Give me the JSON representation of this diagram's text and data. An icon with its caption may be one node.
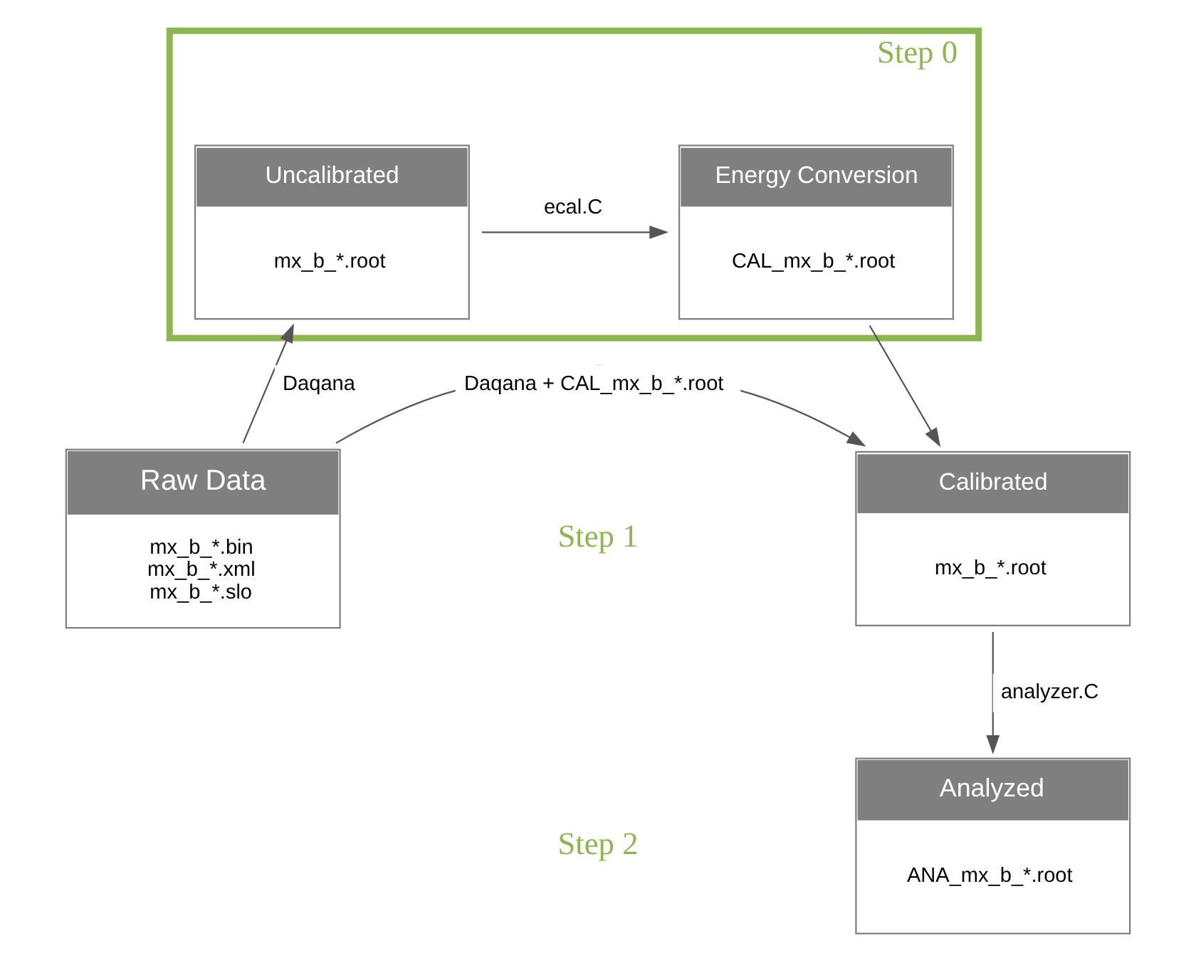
{
  "diagram": {
    "nodes": [
      {
        "text": [
          "Step 0"
        ]
      },
      {
        "text": [
          "Uncalibrated",
          "mx_b_*.root"
        ],
        "in": 0
      },
      {
        "text": [
          "Energy Conversion",
          "CAL_mx_b_*.root"
        ],
        "in": 0
      },
      {
        "text": [
          "Raw Data",
          "mx_b_*.bin",
          "mx_b_*.xml",
          "mx_b_*.slo"
        ]
      },
      {
        "text": [
          "Calibrated",
          "mx_b_*.root"
        ]
      },
      {
        "text": [
          "Analyzed",
          "ANA_mx_b_*.root"
        ]
      }
    ],
    "edges": [
      {
        "from": 3,
        "to": 1,
        "arrow": "to",
        "label": "Daqana"
      },
      {
        "from": 1,
        "to": 2,
        "arrow": "to",
        "label": "ecal.C"
      },
      {
        "from": 2,
        "to": 4,
        "arrow": "to"
      },
      {
        "from": 3,
        "to": 4,
        "arrow": "to",
        "label": "Daqana + CAL_mx_b_*.root"
      },
      {
        "from": 4,
        "to": 5,
        "arrow": "to",
        "label": "analyzer.C"
      }
    ],
    "labels": [
      "Step 1",
      "Step 2"
    ]
  }
}
